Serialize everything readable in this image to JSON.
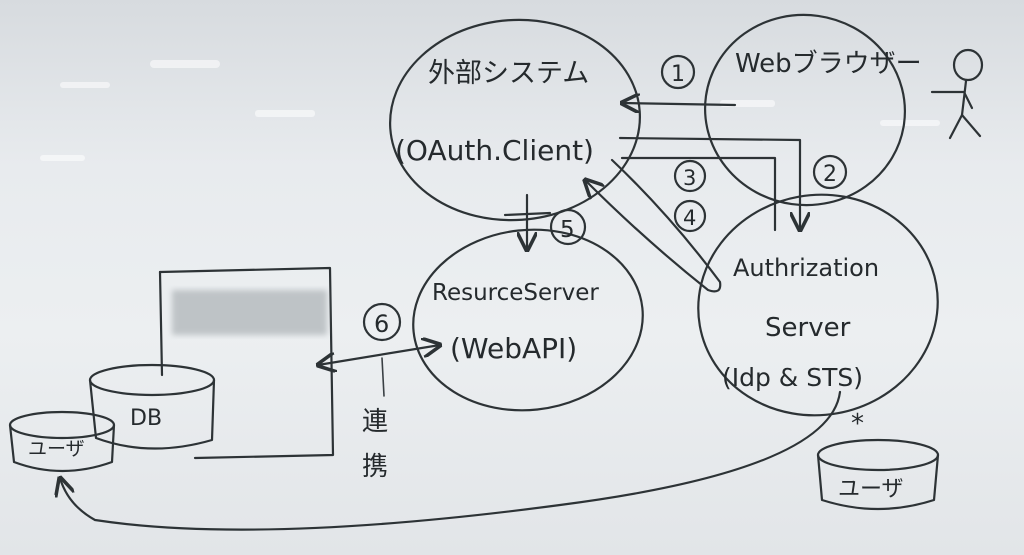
{
  "diagram": {
    "nodes": {
      "external_system": {
        "line1": "外部システム",
        "line2": "(OAuth.Client)"
      },
      "web_browser": {
        "label": "Webブラウザー"
      },
      "resource_server": {
        "line1": "ResurceServer",
        "line2": "(WebAPI)"
      },
      "authorization_server": {
        "line1": "Authrization",
        "line2": "Server",
        "line3": "(Idp & STS)"
      },
      "db": {
        "label": "DB"
      },
      "user_db_left": {
        "label": "ユーザ"
      },
      "user_db_right": {
        "label": "ユーザ"
      }
    },
    "step_markers": [
      "1",
      "2",
      "3",
      "4",
      "5",
      "6"
    ],
    "annotations": {
      "renkei_top": "連",
      "renkei_bottom": "携",
      "asterisk": "*"
    }
  }
}
